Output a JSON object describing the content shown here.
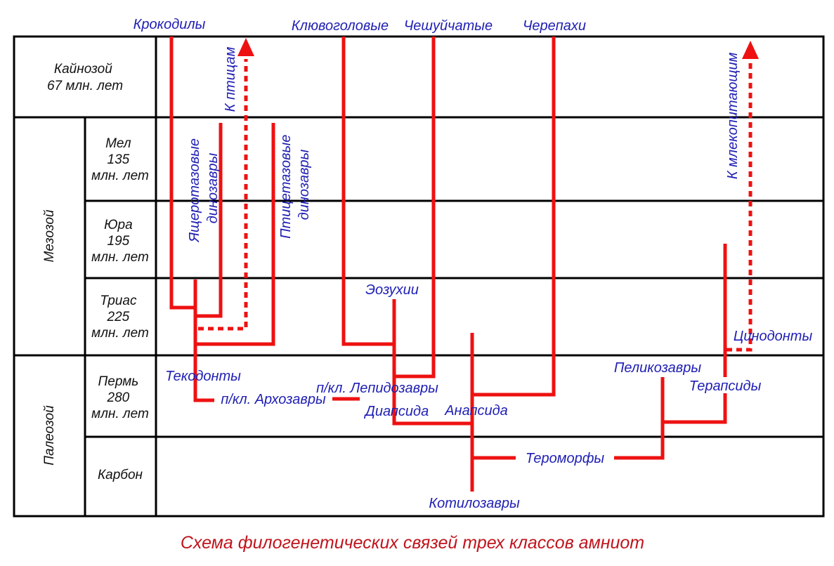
{
  "colors": {
    "branch": "#ee1111",
    "label": "#1f1fb4",
    "caption": "#c0141c",
    "grid": "#000000"
  },
  "periods": {
    "cenozoic": [
      "Кайнозой",
      "67 млн. лет"
    ],
    "mesozoic": "Мезозой",
    "paleozoic": "Палеозой",
    "cretaceous": [
      "Мел",
      "135",
      "млн. лет"
    ],
    "jurassic": [
      "Юра",
      "195",
      "млн. лет"
    ],
    "triassic": [
      "Триас",
      "225",
      "млн. лет"
    ],
    "permian": [
      "Пермь",
      "280",
      "млн. лет"
    ],
    "carboniferous": "Карбон"
  },
  "taxa": {
    "crocodiles": "Крокодилы",
    "rhynchocephalia": "Клювоголовые",
    "squamata": "Чешуйчатые",
    "turtles": "Черепахи",
    "to_birds": "К птицам",
    "to_mammals": "К млекопитающим",
    "saurischia": [
      "Ящеротазовые",
      "динозавры"
    ],
    "ornithischia": [
      "Птицетазовые",
      "динозавры"
    ],
    "eosuchia": "Эозухии",
    "cynodonts": "Цинодонты",
    "thecodonts": "Текодонты",
    "lepidosauria": "п/кл. Лепидозавры",
    "archosauria": "п/кл. Архозавры",
    "diapsida": "Диапсида",
    "anapsida": "Анапсида",
    "pelycosaurs": "Пеликозавры",
    "therapsids": "Терапсиды",
    "theromorphs": "Тероморфы",
    "cotylosaurs": "Котилозавры"
  },
  "caption": "Схема филогенетических связей трех классов амниот"
}
